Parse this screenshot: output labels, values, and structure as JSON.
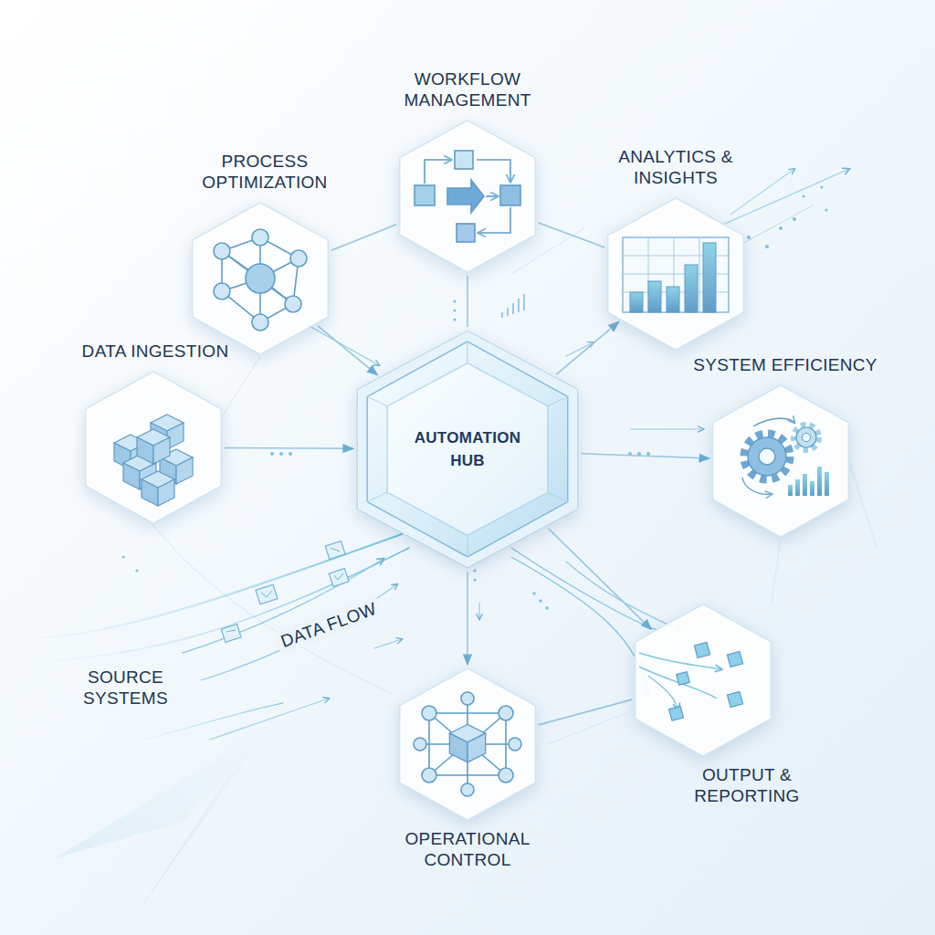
{
  "diagram": {
    "nodes": [
      {
        "text": [
          "WORKFLOW MANAGEMENT"
        ]
      },
      {
        "text": [
          "PROCESS OPTIMIZATION"
        ]
      },
      {
        "text": [
          "ANALYTICS & INSIGHTS"
        ]
      },
      {
        "text": [
          "DATA INGESTION"
        ]
      },
      {
        "text": [
          "AUTOMATION HUB"
        ]
      },
      {
        "text": [
          "SYSTEM EFFICIENCY"
        ]
      },
      {
        "text": [
          "OUTPUT & REPORTING"
        ]
      },
      {
        "text": [
          "OPERATIONAL CONTROL"
        ]
      }
    ],
    "edges": [
      {
        "from": 3,
        "to": 4,
        "arrow": "to"
      },
      {
        "from": 1,
        "to": 4,
        "arrow": "to"
      },
      {
        "from": 0,
        "to": 4,
        "arrow": "none"
      },
      {
        "from": 4,
        "to": 2,
        "arrow": "to"
      },
      {
        "from": 4,
        "to": 5,
        "arrow": "to"
      },
      {
        "from": 4,
        "to": 6,
        "arrow": "to"
      },
      {
        "from": 4,
        "to": 7,
        "arrow": "to"
      },
      {
        "from": 0,
        "to": 1,
        "arrow": "none"
      },
      {
        "from": 0,
        "to": 2,
        "arrow": "none"
      },
      {
        "from": 7,
        "to": 6,
        "arrow": "none"
      }
    ],
    "labels": [
      "SOURCE SYSTEMS",
      "DATA FLOW"
    ]
  }
}
